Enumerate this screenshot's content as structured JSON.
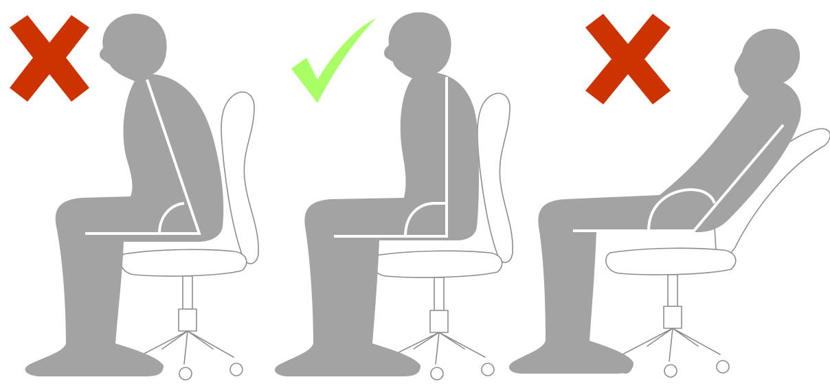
{
  "figures": [
    {
      "posture": "slouching-forward",
      "verdict": "incorrect",
      "mark_icon": "cross-icon"
    },
    {
      "posture": "upright-90-degrees",
      "verdict": "correct",
      "mark_icon": "checkmark-icon"
    },
    {
      "posture": "reclining-back",
      "verdict": "incorrect",
      "mark_icon": "cross-icon"
    }
  ],
  "colors": {
    "silhouette": "#a3a3a3",
    "chair_outline": "#8d8d8d",
    "angle_guide": "#ffffff",
    "incorrect_mark": "#cc3300",
    "correct_mark": "#a8ff66",
    "background": "#ffffff"
  }
}
